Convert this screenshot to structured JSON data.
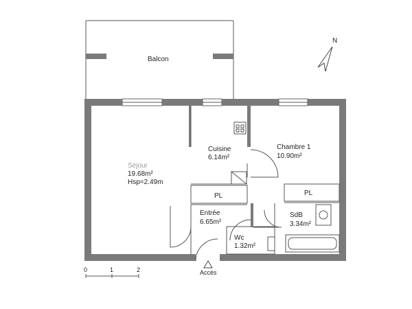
{
  "plan": {
    "rooms": [
      {
        "id": "balcon",
        "name": "Balcon"
      },
      {
        "id": "sejour",
        "name": "Séjour",
        "area": "19.68m²",
        "height": "Hsp=2.49m"
      },
      {
        "id": "cuisine",
        "name": "Cuisine",
        "area": "6.14m²"
      },
      {
        "id": "chambre",
        "name": "Chambre 1",
        "area": "10.90m²"
      },
      {
        "id": "entree",
        "name": "Entrée",
        "area": "6.65m²"
      },
      {
        "id": "wc",
        "name": "Wc",
        "area": "1.32m²"
      },
      {
        "id": "sdb",
        "name": "SdB",
        "area": "3.34m²"
      }
    ],
    "closets": [
      "PL",
      "PL"
    ],
    "north": "N",
    "access": "Accès",
    "scale": {
      "ticks": [
        "0",
        "1",
        "2"
      ]
    },
    "colors": {
      "wall": "#7a7a7a",
      "line": "#555555"
    }
  }
}
